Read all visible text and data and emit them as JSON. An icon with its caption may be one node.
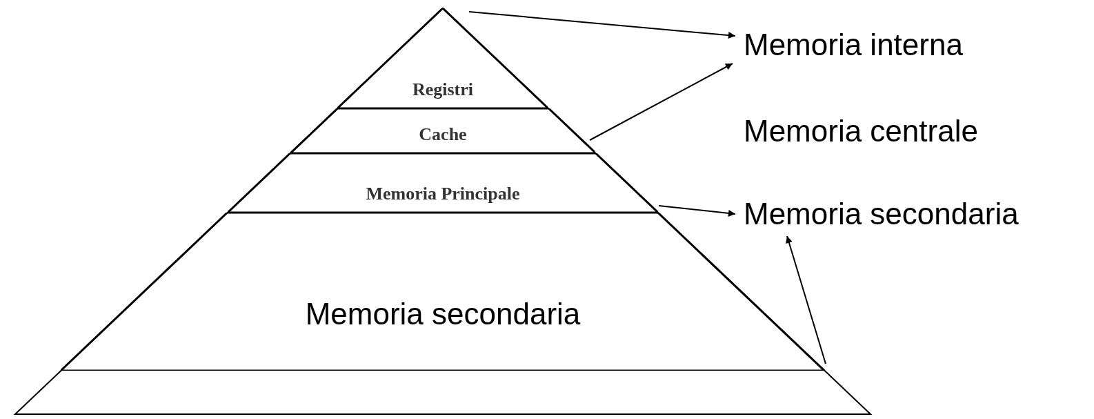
{
  "diagram": {
    "nodes": [
      {
        "text": [],
        "shape": "triangle"
      },
      {
        "text": [
          "Registri"
        ],
        "in": 0
      },
      {
        "text": [
          "Cache"
        ],
        "in": 0
      },
      {
        "text": [
          "Memoria Principale"
        ],
        "in": 0
      },
      {
        "text": [
          "Memoria secondaria"
        ],
        "in": 0
      },
      {
        "text": [
          "Memoria interna"
        ]
      },
      {
        "text": [
          "Memoria centrale"
        ]
      },
      {
        "text": [
          "Memoria secondaria"
        ]
      }
    ],
    "edges": [
      {
        "from": 0,
        "to": 5,
        "arrow": "to"
      },
      {
        "from": 2,
        "to": 5,
        "arrow": "to"
      },
      {
        "from": 3,
        "to": 7,
        "arrow": "to"
      },
      {
        "from": 4,
        "to": 7,
        "arrow": "to"
      }
    ]
  }
}
